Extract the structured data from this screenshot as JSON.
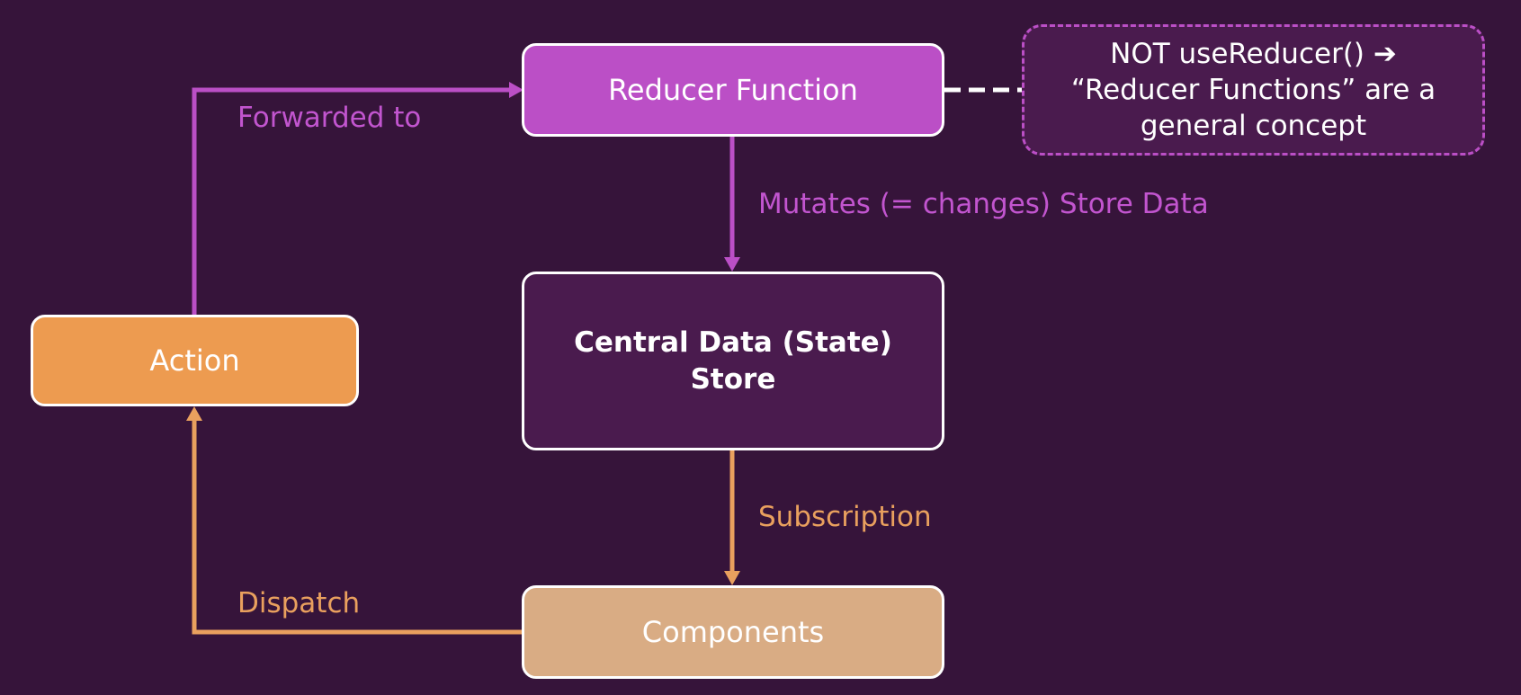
{
  "colors": {
    "background": "#36143a",
    "reducer_fill": "#bb4fc6",
    "action_fill": "#ed9b50",
    "components_fill": "#d9ac84",
    "store_fill": "#4a1b4e",
    "note_fill": "#4a1b4e",
    "purple_arrow": "#bb4fc6",
    "orange_arrow": "#e9a05e",
    "purple_text": "#c255cf",
    "orange_text": "#e9a05e",
    "white": "#ffffff"
  },
  "nodes": {
    "reducer": {
      "label": "Reducer Function"
    },
    "store": {
      "line1": "Central Data (State)",
      "line2": "Store"
    },
    "action": {
      "label": "Action"
    },
    "components": {
      "label": "Components"
    },
    "note": {
      "line1": "NOT useReducer() ➔",
      "line2": "“Reducer Functions” are a",
      "line3": "general concept"
    }
  },
  "edges": {
    "forwarded": {
      "label": "Forwarded to",
      "icon": "arrow-right-icon"
    },
    "mutates": {
      "label": "Mutates (= changes) Store Data",
      "icon": "arrow-down-icon"
    },
    "subscription": {
      "label": "Subscription",
      "icon": "arrow-down-icon"
    },
    "dispatch": {
      "label": "Dispatch",
      "icon": "arrow-up-icon"
    }
  }
}
